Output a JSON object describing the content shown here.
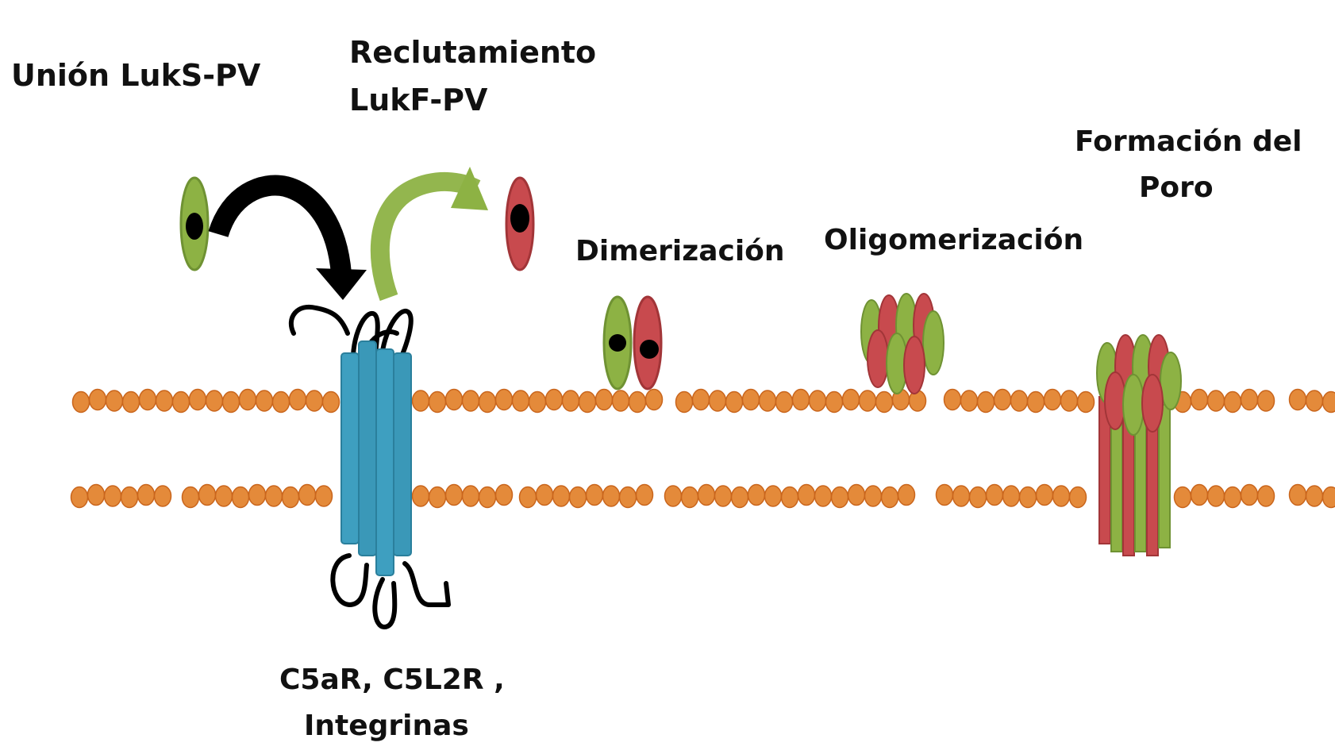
{
  "labels": {
    "luks_binding": "Unión LukS-PV",
    "lukf_recruit_line1": "Reclutamiento",
    "lukf_recruit_line2": "LukF-PV",
    "dimerization": "Dimerización",
    "oligomerization": "Oligomerización",
    "pore_line1": "Formación del",
    "pore_line2": "Poro",
    "receptor_line1": "C5aR, C5L2R ,",
    "receptor_line2": "Integrinas"
  },
  "colors": {
    "lipid_head": "#e48a3a",
    "lipid_outline": "#c9651c",
    "receptor": "#3e9fc0",
    "receptor_dark": "#2a7f9c",
    "luks_green": "#8db244",
    "lukf_red": "#c84a4e",
    "arrow_black": "#000000",
    "arrow_green": "#8db244"
  },
  "icons": {
    "lipid": "lipid-head-icon",
    "receptor": "receptor-icon",
    "toxin": "toxin-subunit-icon",
    "arrow": "curved-arrow-icon"
  }
}
